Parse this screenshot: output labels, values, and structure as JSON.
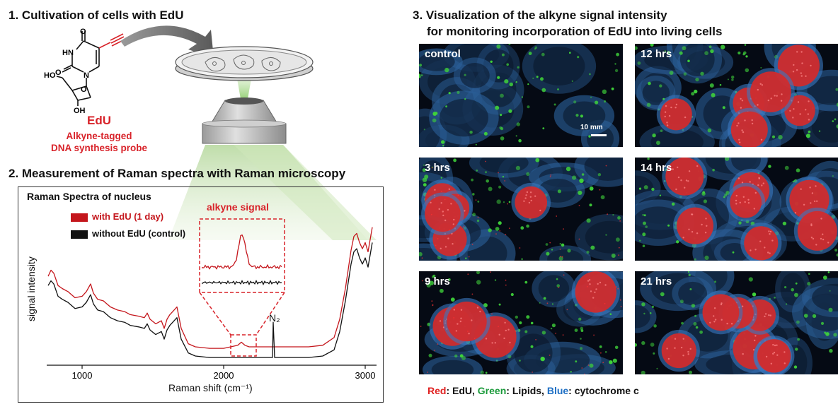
{
  "section1": {
    "title": "1.  Cultivation of cells with EdU",
    "molecule": {
      "O_top": "O",
      "HN": "HN",
      "O_left": "O",
      "N": "N",
      "HO": "HO",
      "O_ring": "O",
      "OH": "OH"
    },
    "probe_name": "EdU",
    "probe_desc_1": "Alkyne-tagged",
    "probe_desc_2": "DNA synthesis probe"
  },
  "section2": {
    "title": "2. Measurement of Raman spectra with Raman microscopy",
    "chart_title": "Raman Spectra of nucleus",
    "annotation": "alkyne signal",
    "n2_label": "N₂"
  },
  "section3": {
    "title_line1": "3. Visualization of the alkyne signal intensity",
    "title_line2": "for monitoring incorporation of EdU into living cells",
    "scale_bar": "10 mm",
    "panels": [
      {
        "label": "control",
        "nuclei": 0
      },
      {
        "label": "12 hrs",
        "nuclei": 6
      },
      {
        "label": "3 hrs",
        "nuclei": 5
      },
      {
        "label": "14 hrs",
        "nuclei": 7
      },
      {
        "label": "9 hrs",
        "nuclei": 4
      },
      {
        "label": "21 hrs",
        "nuclei": 7
      }
    ],
    "legend": [
      {
        "key": "Red",
        "sep": ": ",
        "value": "EdU, ",
        "color": "#e02020"
      },
      {
        "key": "Green",
        "sep": ": ",
        "value": "Lipids, ",
        "color": "#1a9a3a"
      },
      {
        "key": "Blue",
        "sep": ": ",
        "value": "cytochrome c",
        "color": "#1e6fc4"
      }
    ]
  },
  "colors": {
    "accent_red": "#d8232a",
    "series_edu": "#c4161c",
    "series_control": "#111111"
  },
  "chart_data": {
    "type": "line",
    "title": "Raman Spectra of nucleus",
    "xlabel": "Raman shift (cm⁻¹)",
    "ylabel": "signal intensity",
    "xlim": [
      750,
      3080
    ],
    "x_ticks": [
      1000,
      2000,
      3000
    ],
    "series": [
      {
        "name": "with EdU (1 day)",
        "color": "#c4161c",
        "x": [
          760,
          780,
          800,
          830,
          860,
          900,
          950,
          1000,
          1030,
          1060,
          1080,
          1110,
          1150,
          1200,
          1250,
          1300,
          1340,
          1400,
          1440,
          1460,
          1480,
          1520,
          1560,
          1580,
          1600,
          1620,
          1650,
          1670,
          1700,
          1750,
          1800,
          1900,
          2000,
          2050,
          2100,
          2125,
          2150,
          2180,
          2200,
          2250,
          2300,
          2330,
          2400,
          2500,
          2600,
          2700,
          2780,
          2820,
          2860,
          2900,
          2920,
          2940,
          2960,
          2980,
          3000,
          3020,
          3050
        ],
        "y": [
          0.58,
          0.62,
          0.6,
          0.52,
          0.5,
          0.48,
          0.44,
          0.45,
          0.48,
          0.53,
          0.47,
          0.43,
          0.42,
          0.38,
          0.36,
          0.35,
          0.33,
          0.32,
          0.31,
          0.34,
          0.3,
          0.27,
          0.29,
          0.24,
          0.3,
          0.33,
          0.36,
          0.38,
          0.24,
          0.14,
          0.12,
          0.11,
          0.11,
          0.12,
          0.13,
          0.15,
          0.13,
          0.12,
          0.12,
          0.12,
          0.12,
          0.12,
          0.12,
          0.12,
          0.12,
          0.13,
          0.18,
          0.3,
          0.5,
          0.75,
          0.84,
          0.86,
          0.8,
          0.76,
          0.8,
          0.74,
          0.9
        ]
      },
      {
        "name": "without EdU (control)",
        "color": "#111111",
        "x": [
          760,
          780,
          800,
          830,
          860,
          900,
          950,
          1000,
          1030,
          1060,
          1080,
          1110,
          1150,
          1200,
          1250,
          1300,
          1340,
          1400,
          1440,
          1460,
          1480,
          1520,
          1560,
          1580,
          1600,
          1620,
          1650,
          1670,
          1700,
          1750,
          1800,
          1900,
          2000,
          2050,
          2100,
          2125,
          2150,
          2180,
          2200,
          2250,
          2300,
          2330,
          2345,
          2350,
          2360,
          2400,
          2500,
          2600,
          2700,
          2780,
          2820,
          2860,
          2900,
          2920,
          2940,
          2960,
          2980,
          3000,
          3020,
          3050
        ],
        "y": [
          0.52,
          0.55,
          0.53,
          0.45,
          0.43,
          0.41,
          0.37,
          0.38,
          0.41,
          0.46,
          0.4,
          0.36,
          0.35,
          0.31,
          0.29,
          0.28,
          0.26,
          0.25,
          0.24,
          0.27,
          0.23,
          0.2,
          0.22,
          0.17,
          0.23,
          0.26,
          0.29,
          0.31,
          0.17,
          0.08,
          0.06,
          0.05,
          0.05,
          0.05,
          0.05,
          0.05,
          0.05,
          0.05,
          0.05,
          0.05,
          0.05,
          0.05,
          0.05,
          0.28,
          0.05,
          0.05,
          0.05,
          0.05,
          0.06,
          0.1,
          0.22,
          0.42,
          0.66,
          0.74,
          0.76,
          0.7,
          0.66,
          0.7,
          0.64,
          0.8
        ]
      }
    ]
  }
}
